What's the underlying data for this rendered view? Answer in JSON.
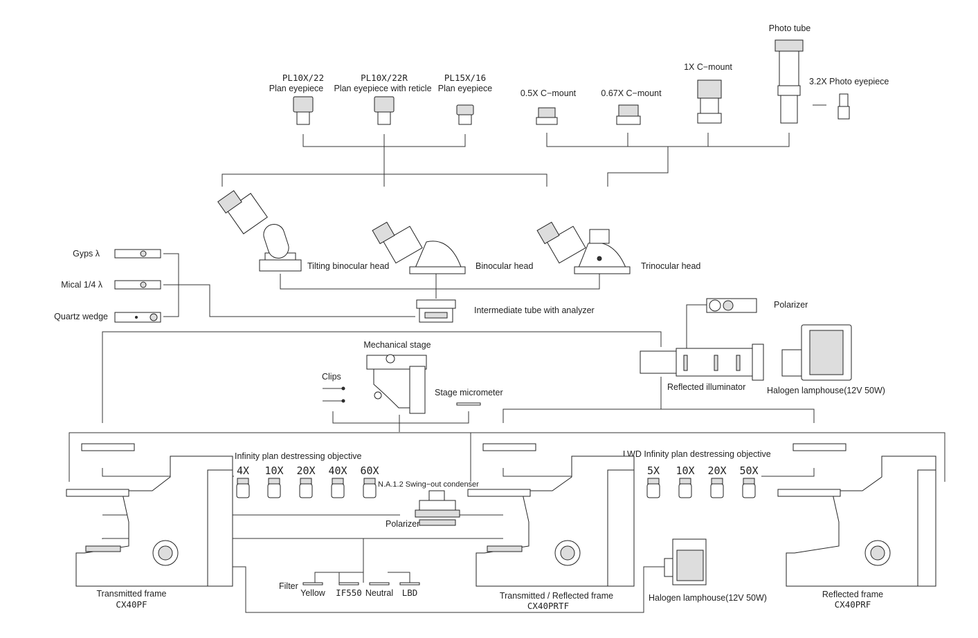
{
  "eyepieces": {
    "pl10": {
      "model": "PL10X/22",
      "name": "Plan eyepiece"
    },
    "pl10r": {
      "model": "PL10X/22R",
      "name": "Plan eyepiece with reticle"
    },
    "pl15": {
      "model": "PL15X/16",
      "name": "Plan eyepiece"
    }
  },
  "camera": {
    "photo_tube": "Photo tube",
    "photo_eyepiece": "3.2X Photo eyepiece",
    "cmount_1x": "1X C−mount",
    "cmount_05": "0.5X C−mount",
    "cmount_067": "0.67X C−mount"
  },
  "heads": {
    "tilting": "Tilting binocular head",
    "binocular": "Binocular head",
    "trinocular": "Trinocular head"
  },
  "compensators": {
    "gyps": "Gyps  λ",
    "mica": "Mical 1/4  λ",
    "quartz": "Quartz wedge"
  },
  "intermediate_tube": "Intermediate tube with analyzer",
  "polarizer_top": "Polarizer",
  "reflected_illuminator": "Reflected illuminator",
  "lamphouse_right": "Halogen lamphouse(12V 50W)",
  "stage": {
    "mechanical": "Mechanical stage",
    "clips": "Clips",
    "micrometer": "Stage micrometer"
  },
  "objectives_infinity": {
    "title": "Infinity plan destressing objective",
    "mags": [
      "4X",
      "10X",
      "20X",
      "40X",
      "60X"
    ]
  },
  "objectives_lwd": {
    "title": "LWD Infinity plan destressing objective",
    "mags": [
      "5X",
      "10X",
      "20X",
      "50X"
    ]
  },
  "condenser": "N.A.1.2 Swing−out condenser",
  "polarizer_bottom": "Polarizer",
  "filters": {
    "label": "Filter",
    "items": [
      "Yellow",
      "IF550",
      "Neutral",
      "LBD"
    ]
  },
  "frames": {
    "transmitted": {
      "name": "Transmitted frame",
      "model": "CX40PF"
    },
    "trans_reflected": {
      "name": "Transmitted / Reflected frame",
      "model": "CX40PRTF"
    },
    "reflected": {
      "name": "Reflected frame",
      "model": "CX40PRF"
    }
  },
  "lamphouse_bottom": "Halogen lamphouse(12V 50W)"
}
